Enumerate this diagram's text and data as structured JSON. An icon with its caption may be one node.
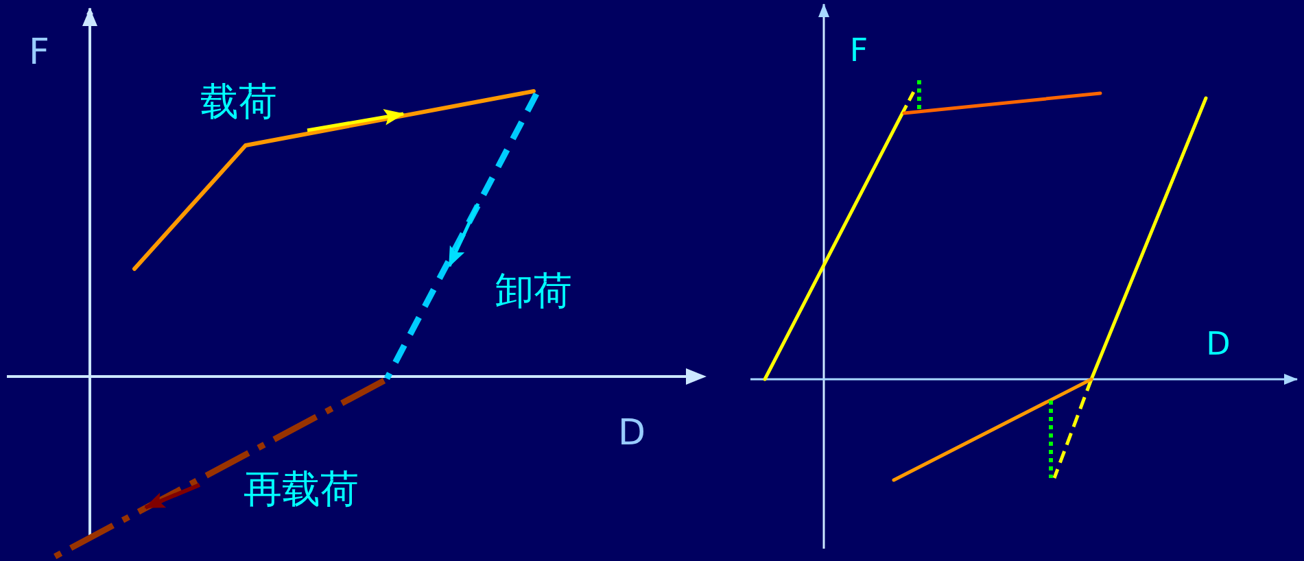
{
  "diagram": {
    "labels": [
      "F",
      "载荷",
      "卸荷",
      "D",
      "再载荷",
      "F",
      "D"
    ]
  }
}
